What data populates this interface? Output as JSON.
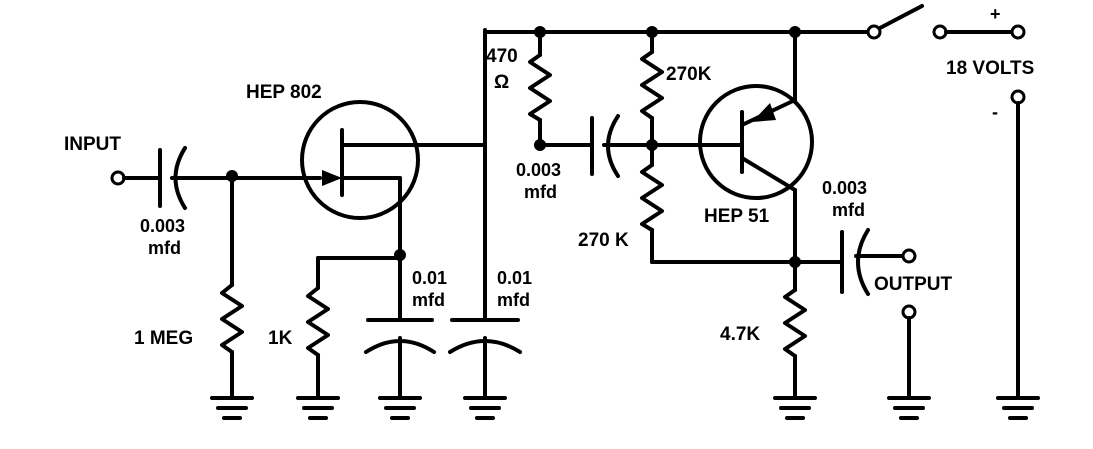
{
  "labels": {
    "input": "INPUT",
    "output": "OUTPUT",
    "supply_voltage": "18 VOLTS",
    "supply_plus": "+",
    "supply_minus": "-",
    "fet": "HEP 802",
    "transistor": "HEP 51",
    "c_input_value": "0.003",
    "c_input_unit": "mfd",
    "r_gate": "1 MEG",
    "r_source": "1K",
    "c_source_value": "0.01",
    "c_source_unit": "mfd",
    "c_drain_value": "0.01",
    "c_drain_unit": "mfd",
    "r_drain_value": "470",
    "r_drain_unit": "Ω",
    "c_coupling_value": "0.003",
    "c_coupling_unit": "mfd",
    "r_bias_top": "270K",
    "r_bias_bottom": "270 K",
    "r_emitter": "4.7K",
    "c_output_value": "0.003",
    "c_output_unit": "mfd"
  }
}
